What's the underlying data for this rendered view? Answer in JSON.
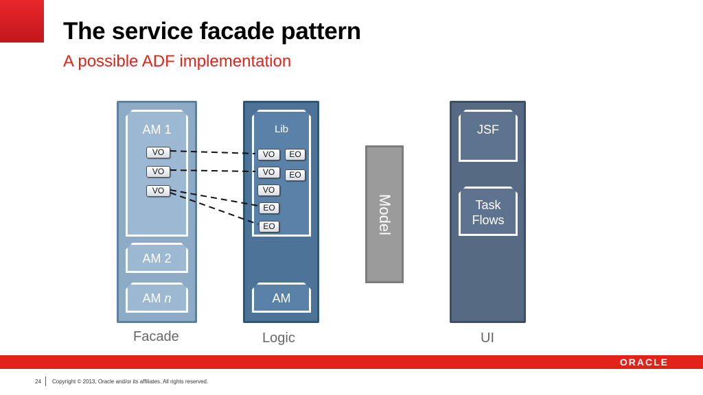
{
  "slide": {
    "title": "The service facade pattern",
    "subtitle": "A possible ADF implementation"
  },
  "facade": {
    "caption": "Facade",
    "am1_label": "AM 1",
    "am1_vos": [
      "VO",
      "VO",
      "VO"
    ],
    "am2_label": "AM 2",
    "amn_label_prefix": "AM ",
    "amn_label_italic": "n"
  },
  "logic": {
    "caption": "Logic",
    "lib_label": "Lib",
    "lib_vo1": "VO",
    "lib_eo1": "EO",
    "lib_vo2": "VO",
    "lib_eo2": "EO",
    "lib_vo3": "VO",
    "lib_eo3": "EO",
    "lib_eo4": "EO",
    "am_label": "AM"
  },
  "model": {
    "label": "Model"
  },
  "ui": {
    "caption": "UI",
    "jsf_label": "JSF",
    "taskflows_label": "Task Flows"
  },
  "footer": {
    "brand": "ORACLE",
    "page_number": "24",
    "copyright": "Copyright © 2013, Oracle and/or its affiliates. All rights reserved."
  },
  "colors": {
    "brand_red": "#e2231a",
    "facade_fill": "#8daac6",
    "logic_fill": "#4d7399",
    "ui_fill": "#566a84",
    "model_fill": "#9b9b9b"
  }
}
